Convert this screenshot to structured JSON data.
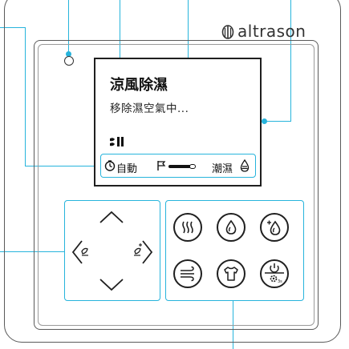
{
  "brand": {
    "name": "altrason"
  },
  "screen": {
    "mode_title": "涼風除濕",
    "status_text": "移除濕空氣中...",
    "fan_label": "自動",
    "humidity_label": "潮濕"
  },
  "icons": {
    "led": "power-led-indicator",
    "fan": "fan-speed-icon",
    "timer": "timer-icon",
    "flag": "flag-icon",
    "drop": "humidity-drop-icon",
    "up": "up-arrow-icon",
    "down": "down-arrow-icon",
    "left": "left-eco-arrow-icon",
    "right": "right-eco-arrow-icon",
    "heat": "heat-icon",
    "dehumidify": "dehumidify-icon",
    "dehumidify_plus": "dehumidify-plus-icon",
    "wind": "wind-icon",
    "laundry": "shirt-icon",
    "power": "power-settings-icon"
  },
  "colors": {
    "callout": "#27b4dc",
    "frame": "#5a5a5a",
    "ink": "#1f1f1f"
  }
}
